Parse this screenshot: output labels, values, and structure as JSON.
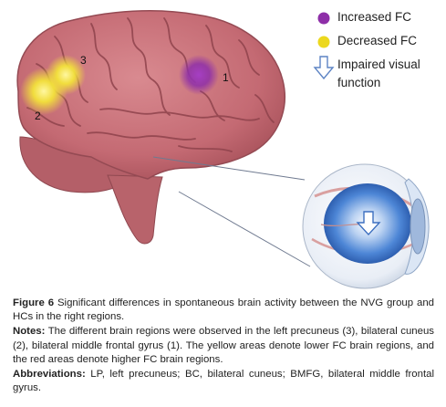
{
  "legend": {
    "increased": {
      "label": "Increased FC",
      "color": "#8e2fa8"
    },
    "decreased": {
      "label": "Decreased FC",
      "color": "#ecd81e"
    },
    "impaired": {
      "label_line1": "Impaired visual",
      "label_line2": "function",
      "color": "#6e8fc8"
    }
  },
  "brain": {
    "color": "#c5727a",
    "regions": [
      {
        "number": "1",
        "type": "increased"
      },
      {
        "number": "2",
        "type": "decreased"
      },
      {
        "number": "3",
        "type": "decreased"
      }
    ]
  },
  "caption": {
    "figure_label": "Figure 6",
    "figure_text": " Significant differences in spontaneous brain activity between the NVG group and HCs in the right regions.",
    "notes_label": "Notes:",
    "notes_text": " The different brain regions were observed in the left precuneus (3), bilateral cuneus (2), bilateral middle frontal gyrus (1). The yellow areas denote lower FC brain regions, and the red areas denote higher FC brain regions.",
    "abbrev_label": "Abbreviations:",
    "abbrev_text": " LP, left precuneus; BC, bilateral cuneus; BMFG, bilateral middle frontal gyrus."
  }
}
